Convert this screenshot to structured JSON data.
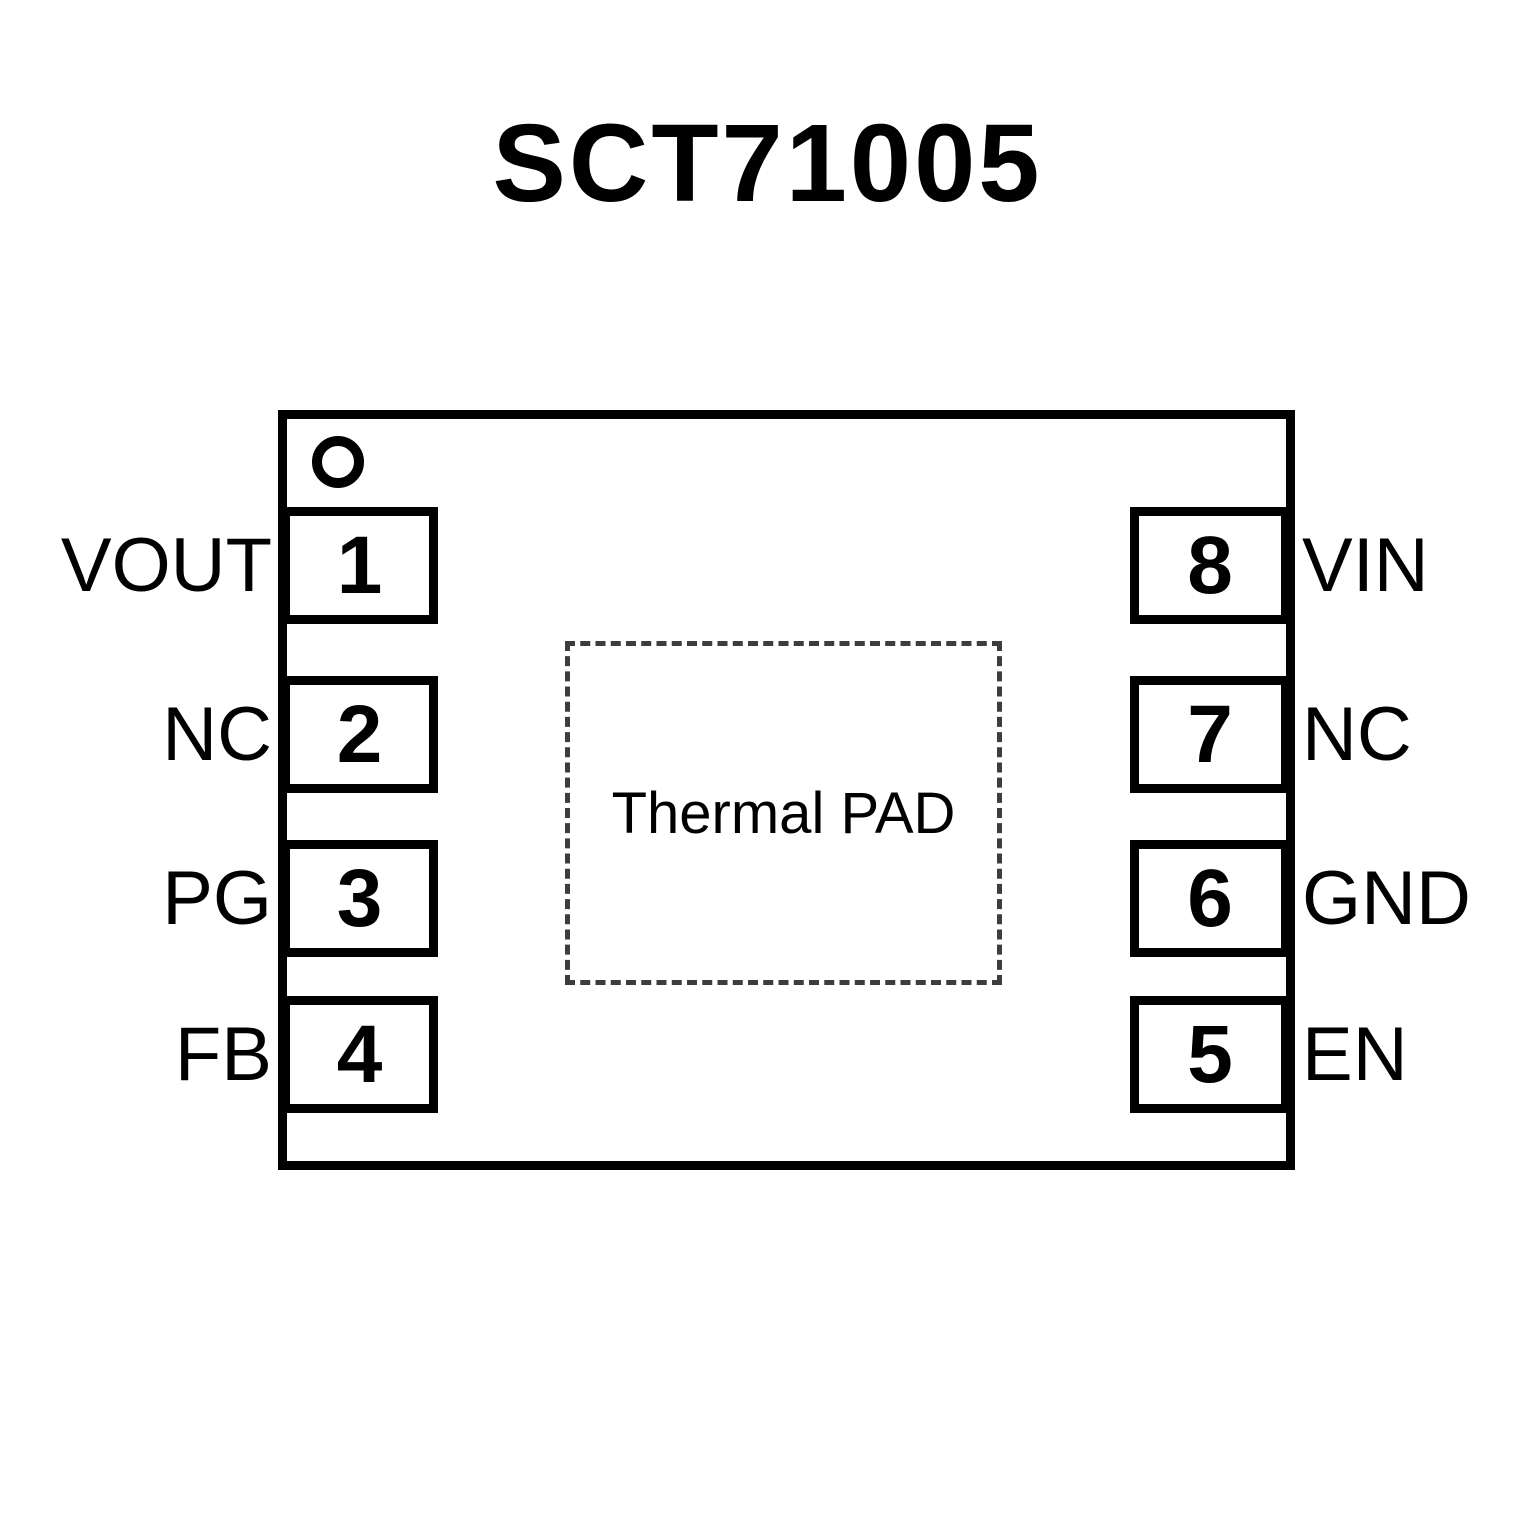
{
  "title": "SCT71005",
  "thermal_pad": "Thermal PAD",
  "pins": {
    "left": [
      {
        "number": "1",
        "label": "VOUT"
      },
      {
        "number": "2",
        "label": "NC"
      },
      {
        "number": "3",
        "label": "PG"
      },
      {
        "number": "4",
        "label": "FB"
      }
    ],
    "right": [
      {
        "number": "8",
        "label": "VIN"
      },
      {
        "number": "7",
        "label": "NC"
      },
      {
        "number": "6",
        "label": "GND"
      },
      {
        "number": "5",
        "label": "EN"
      }
    ]
  },
  "colors": {
    "ink": "#000000",
    "thermal_pad_outline": "#3d3d3d",
    "background": "#ffffff"
  }
}
